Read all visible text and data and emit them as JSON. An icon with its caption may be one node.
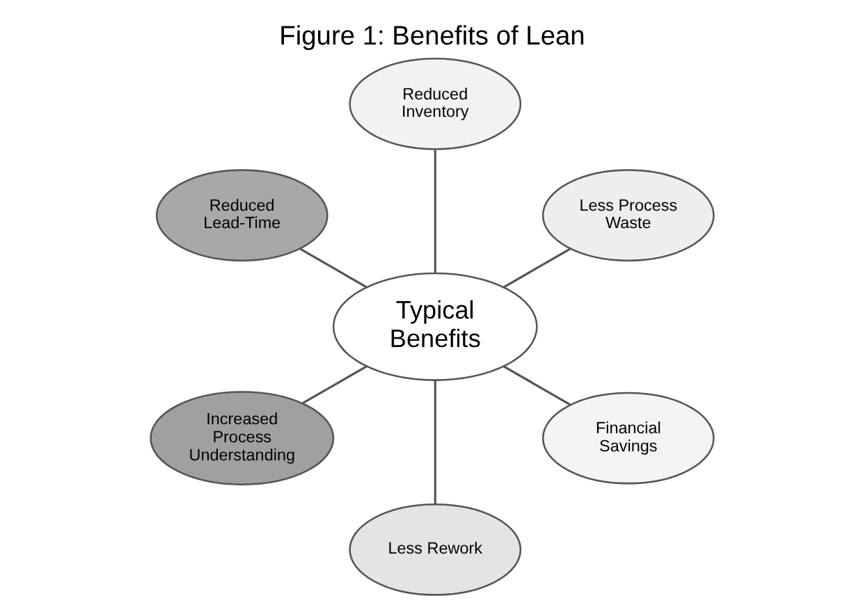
{
  "diagram": {
    "title": "Figure 1: Benefits of Lean",
    "nodes": [
      {
        "text": [
          "Less Process Waste"
        ]
      },
      {
        "text": [
          "Reduced Inventory"
        ]
      },
      {
        "text": [
          "Reduced Lead-Time"
        ]
      },
      {
        "text": [
          "Typical Benefits"
        ]
      },
      {
        "text": [
          "Increased Process Understanding"
        ]
      },
      {
        "text": [
          "Less Rework"
        ]
      },
      {
        "text": [
          "Financial Savings"
        ]
      }
    ],
    "edges": [
      {
        "from": 3,
        "to": 0,
        "arrow": "none"
      },
      {
        "from": 3,
        "to": 1,
        "arrow": "none"
      },
      {
        "from": 3,
        "to": 2,
        "arrow": "none"
      },
      {
        "from": 3,
        "to": 4,
        "arrow": "none"
      },
      {
        "from": 3,
        "to": 5,
        "arrow": "none"
      },
      {
        "from": 3,
        "to": 6,
        "arrow": "none"
      }
    ]
  }
}
